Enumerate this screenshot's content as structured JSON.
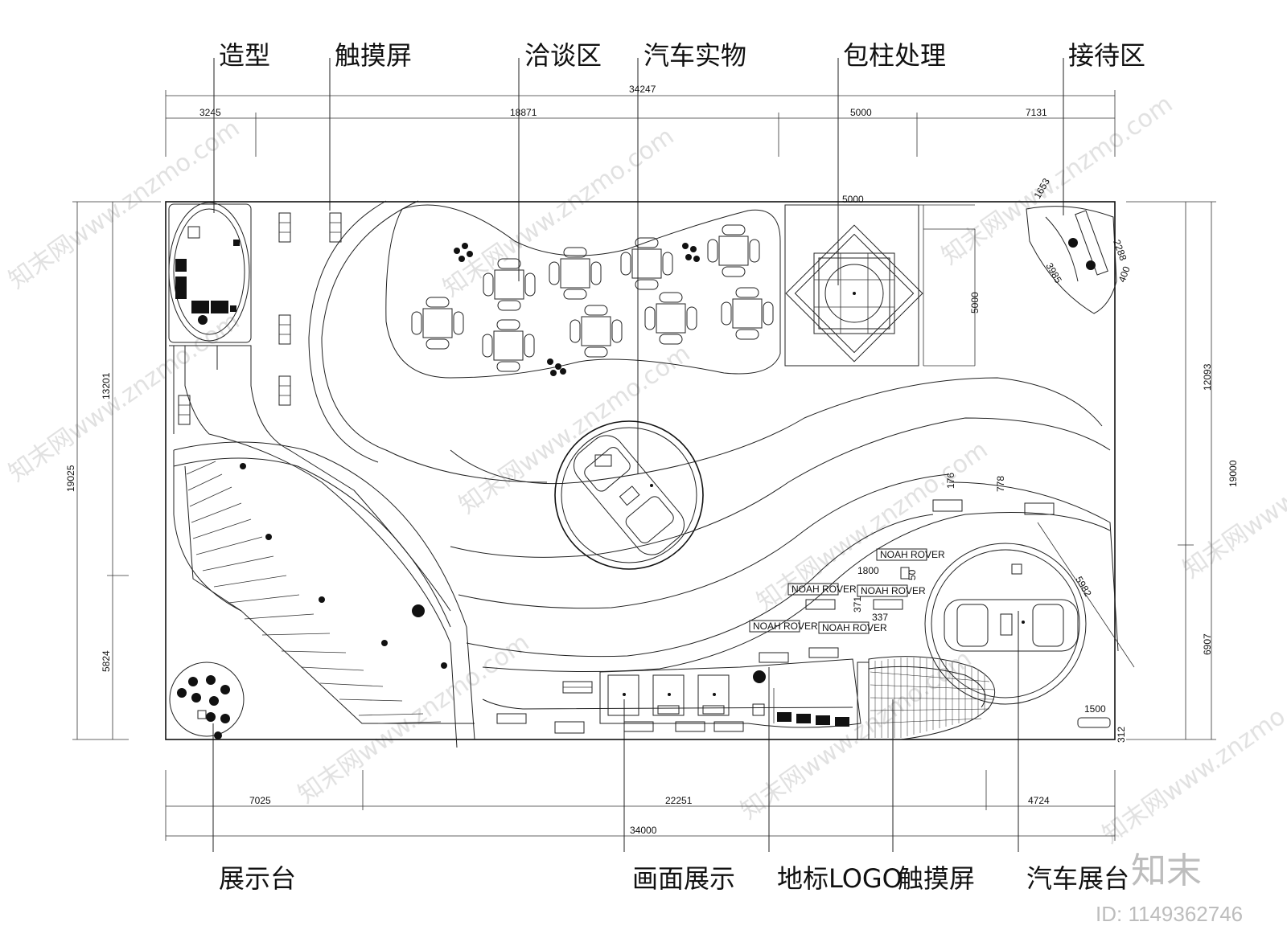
{
  "top_labels": [
    "造型",
    "触摸屏",
    "洽谈区",
    "汽车实物",
    "包柱处理",
    "接待区"
  ],
  "bottom_labels": [
    "展示台",
    "画面展示",
    "地标LOGO",
    "触摸屏",
    "汽车展台"
  ],
  "dimensions": {
    "top_total": "34247",
    "top_segments": [
      "3245",
      "18871",
      "5000",
      "7131"
    ],
    "bottom_total": "34000",
    "bottom_segments": [
      "7025",
      "22251",
      "4724"
    ],
    "left_total": "19025",
    "left_segments": [
      "13201",
      "5824"
    ],
    "right_total": "19000",
    "right_segments": [
      "12093",
      "6907"
    ],
    "pillar_width": "5000",
    "pillar_height": "5000",
    "reception": [
      "1653",
      "2288",
      "3985",
      "400"
    ],
    "ramp": [
      "176",
      "778",
      "5982"
    ],
    "logo_area": [
      "1800",
      "50",
      "371",
      "337"
    ],
    "bottom_right": [
      "1500",
      "312"
    ]
  },
  "sign_text": "NOAH ROVER",
  "watermark_text": "知末网www.znzmo.com",
  "brand_logo": "知末",
  "image_id": "ID: 1149362746",
  "colors": {
    "line": "#222222",
    "watermark": "#c9c9c9"
  }
}
